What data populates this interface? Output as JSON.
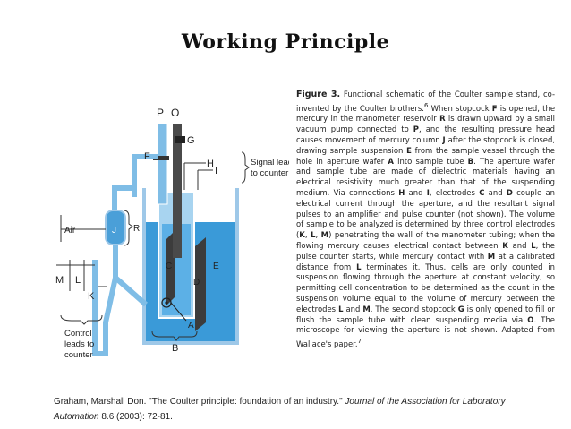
{
  "slide_title": "Working Principle",
  "figure": {
    "labels": {
      "P": "P",
      "O": "O",
      "G": "G",
      "F": "F",
      "H": "H",
      "I": "I",
      "signal1": "Signal leads",
      "signal2": "to counter",
      "air": "Air",
      "J": "J",
      "R": "R",
      "C": "C",
      "D": "D",
      "E": "E",
      "M": "M",
      "L": "L",
      "K": "K",
      "A": "A",
      "B": "B",
      "control1": "Control",
      "control2": "leads to",
      "control3": "counter"
    }
  },
  "caption": {
    "label": "Figure 3.",
    "seg1": " Functional schematic of the Coulter sample stand, co-invented by the Coulter brothers.",
    "sup1": "6",
    "seg2": " When stopcock ",
    "F": "F",
    "seg3": " is opened, the mercury in the manometer reservoir ",
    "R": "R",
    "seg4": " is drawn upward by a small vacuum pump connected to ",
    "P": "P",
    "seg5": ", and the resulting pressure head causes movement of mercury column ",
    "J": "J",
    "seg6": " after the stopcock is closed, drawing sample suspension ",
    "E": "E",
    "seg7": " from the sample vessel through the hole in aperture wafer ",
    "A": "A",
    "seg8": " into sample tube ",
    "B": "B",
    "seg9": ". The aperture wafer and sample tube are made of dielectric materials having an electrical resistivity much greater than that of the suspending medium. Via connections ",
    "H": "H",
    "seg10": " and ",
    "I": "I",
    "seg11": ", electrodes ",
    "C": "C",
    "seg12": " and ",
    "D": "D",
    "seg13": " couple an electrical current through the aperture, and the resultant signal pulses to an amplifier and pulse counter (not shown). The volume of sample to be analyzed is determined by three control electrodes (",
    "K": "K",
    "seg14": ", ",
    "L": "L",
    "seg15": ", ",
    "M": "M",
    "seg16": ") penetrating the wall of the manometer tubing; when the flowing mercury causes electrical contact between ",
    "K2": "K",
    "seg17": " and ",
    "L2": "L",
    "seg18": ", the pulse counter starts, while mercury contact with ",
    "M2": "M",
    "seg19": " at a calibrated distance from ",
    "L3": "L",
    "seg20": " terminates it. Thus, cells are only counted in suspension flowing through the aperture at constant velocity, so permitting cell concentration to be determined as the count in the suspension volume equal to the volume of mercury between the electrodes ",
    "L4": "L",
    "seg21": " and ",
    "M3": "M",
    "seg22": ". The second stopcock ",
    "G": "G",
    "seg23": " is only opened to fill or flush the sample tube with clean suspending media via ",
    "O": "O",
    "seg24": ". The microscope for viewing the aperture is not shown. Adapted from Wallace's paper.",
    "sup2": "7"
  },
  "reference": {
    "part1": "Graham, Marshall Don. \"The Coulter principle: foundation of an industry.\" ",
    "journal": "Journal of the Association for Laboratory Automation",
    "part2": " 8.6 (2003): 72-81."
  }
}
